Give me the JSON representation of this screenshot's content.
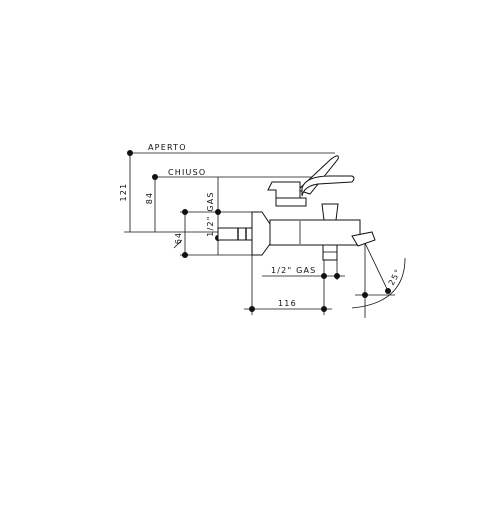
{
  "labels": {
    "aperto": "APERTO",
    "chiuso": "CHIUSO",
    "gas_vertical": "1/2\" GAS",
    "gas_horizontal": "1/2\" GAS",
    "angle": "25°"
  },
  "dimensions": {
    "height_open": "121",
    "height_closed": "84",
    "diameter": "64",
    "width": "116"
  },
  "colors": {
    "line": "#111111",
    "background": "#ffffff"
  }
}
